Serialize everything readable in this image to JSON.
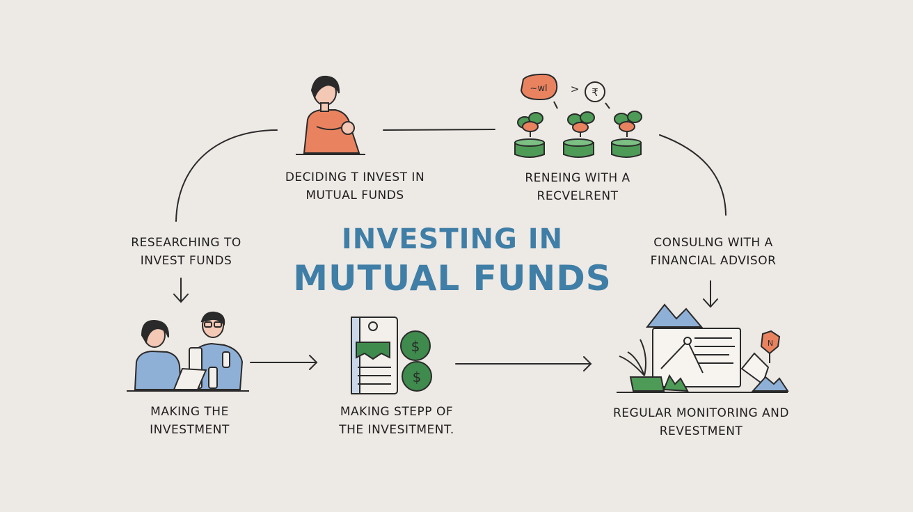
{
  "title": {
    "line1": "INVESTING IN",
    "line2": "MUTUAL FUNDS"
  },
  "steps": [
    {
      "id": "deciding",
      "line1": "DECIDING T INVEST IN",
      "line2": "MUTUAL FUNDS"
    },
    {
      "id": "reneing",
      "line1": "RENEING WITH A",
      "line2": "RECVELRENT"
    },
    {
      "id": "researching",
      "line1": "RESEARCHING TO",
      "line2": "INVEST FUNDS"
    },
    {
      "id": "consulting",
      "line1": "CONSULNG WITH A",
      "line2": "FINANCIAL ADVISOR"
    },
    {
      "id": "making",
      "line1": "MAKING THE",
      "line2": "INVESTMENT"
    },
    {
      "id": "making-stepp",
      "line1": "MAKING STEPP OF",
      "line2": "THE INVESITMENT."
    },
    {
      "id": "monitoring",
      "line1": "REGULAR MONITORING AND",
      "line2": "REVESTMENT"
    }
  ],
  "icons": {
    "bubble_text": "~wl",
    "arrow_text": ">",
    "rupee_text": "₹",
    "dollar_text": "$",
    "badge_text": "N"
  },
  "colors": {
    "background": "#ede9e5",
    "title": "#3f7ea6",
    "accent_orange": "#e9835f",
    "accent_green": "#4e9a57",
    "accent_blue": "#8fb0d6",
    "ink": "#2a2a2a"
  }
}
